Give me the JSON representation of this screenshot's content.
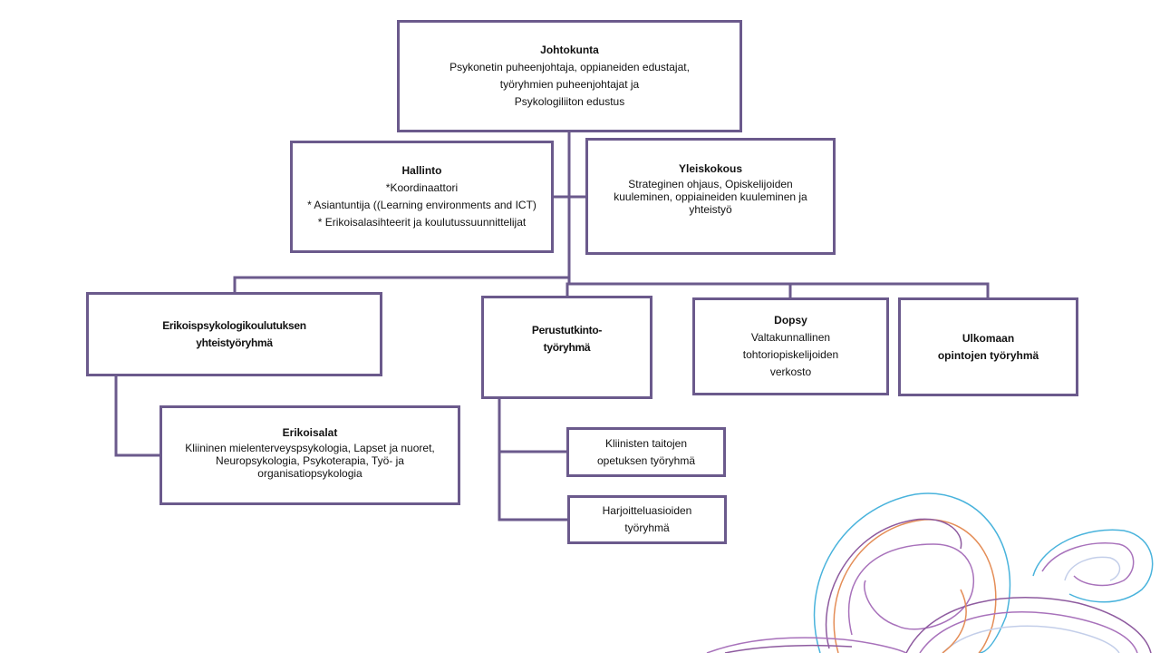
{
  "diagram": {
    "nodes": {
      "johtokunta": {
        "title": "Johtokunta",
        "desc": "Psykonetin puheenjohtaja,  oppianeiden  edustajat,\ntyöryhmien puheenjohtajat  ja\nPsykologiliiton edustus"
      },
      "hallinto": {
        "title": "Hallinto",
        "desc": "*Koordinaattori\n* Asiantuntija ((Learning  environments  and ICT)\n* Erikoisalasihteerit ja koulutussuunnittelijat"
      },
      "yleiskokous": {
        "title": "Yleiskokous",
        "desc": "Strateginen ohjaus, Opiskelijoiden\nkuuleminen, oppiaineiden  kuuleminen ja\nyhteistyö"
      },
      "erikoispsykologi": {
        "title": "Erikoispsykologikoulutuksen\nyhteistyöryhmä"
      },
      "perustutkinto": {
        "title": "Perustutkinto-\ntyöryhmä"
      },
      "dopsy": {
        "title": "Dopsy",
        "desc": "Valtakunnallinen\ntohtoriopiskelijoiden\nverkosto"
      },
      "ulkomaan": {
        "title": "Ulkomaan\nopintojen työryhmä"
      },
      "erikoisalat": {
        "title": "Erikoisalat",
        "desc": "Kliininen mielenterveyspsykologia,  Lapset ja nuoret,\nNeuropsykologia,  Psykoterapia, Työ-  ja\norganisatiopsykologia"
      },
      "kliinisten": {
        "desc": "Kliinisten taitojen\nopetuksen työryhmä"
      },
      "harjoittelu": {
        "desc": "Harjoitteluasioiden\ntyöryhmä"
      }
    },
    "colors": {
      "border": "#6b5a8c",
      "decoration": [
        "#7b3f8f",
        "#9a5ab0",
        "#2aa6d6",
        "#e07a3a",
        "#b9c6e6"
      ]
    }
  }
}
